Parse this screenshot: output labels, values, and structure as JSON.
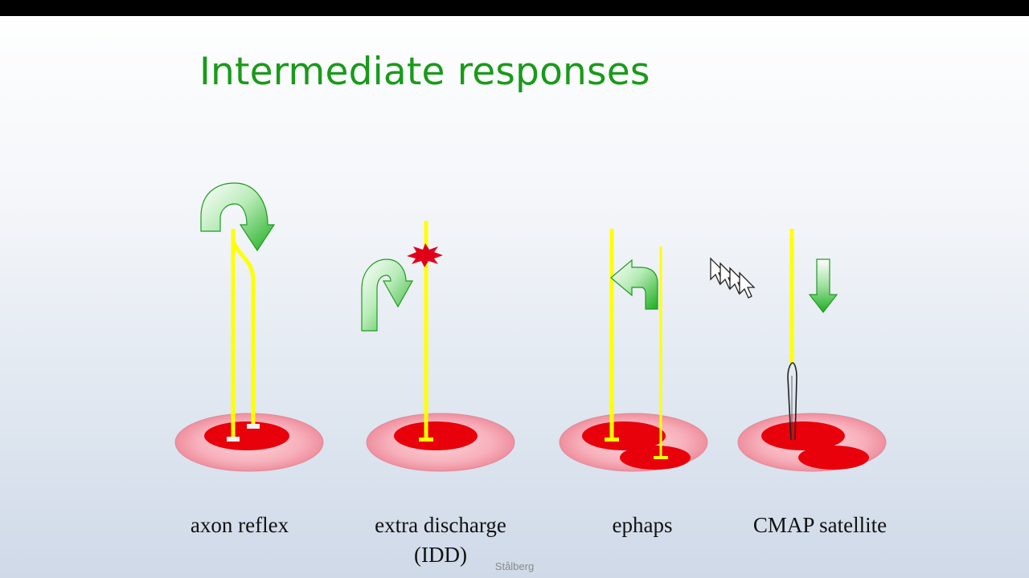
{
  "slide": {
    "title": "Intermediate responses",
    "credit": "Stålberg"
  },
  "panels": [
    {
      "id": "axon-reflex",
      "caption": "axon reflex",
      "caption_line2": ""
    },
    {
      "id": "extra-discharge",
      "caption": "extra discharge",
      "caption_line2": "(IDD)"
    },
    {
      "id": "ephaps",
      "caption": "ephaps",
      "caption_line2": ""
    },
    {
      "id": "cmap-satellite",
      "caption": "CMAP satellite",
      "caption_line2": ""
    }
  ],
  "colors": {
    "title": "#1a9a1a",
    "axon": "#ffff00",
    "muscle_fiber": "#e8000a",
    "endplate_halo": "#f7a9b4",
    "arrow_green": "#2eb82e",
    "spark": "#e0001a"
  },
  "icons": [
    "curved-arrow-icon",
    "down-arrow-icon",
    "spark-icon",
    "mouse-cursor-icon",
    "needle-electrode-icon"
  ]
}
